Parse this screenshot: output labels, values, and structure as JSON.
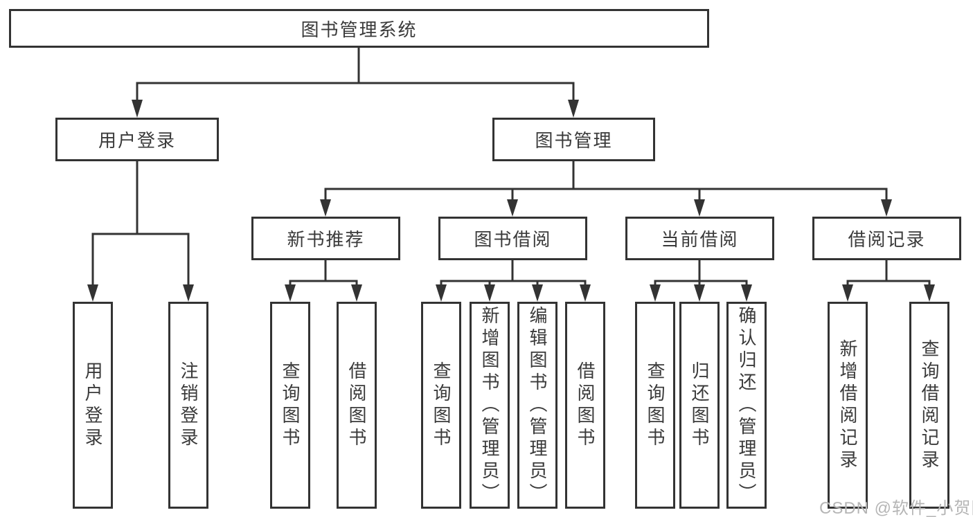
{
  "tree": {
    "root": "图书管理系统",
    "branches": [
      {
        "label": "用户登录",
        "children": [
          "用户登录",
          "注销登录"
        ]
      },
      {
        "label": "图书管理",
        "sections": [
          {
            "label": "新书推荐",
            "children": [
              "查询图书",
              "借阅图书"
            ]
          },
          {
            "label": "图书借阅",
            "children": [
              "查询图书",
              "新增图书（管理员）",
              "编辑图书（管理员）",
              "借阅图书"
            ]
          },
          {
            "label": "当前借阅",
            "children": [
              "查询图书",
              "归还图书",
              "确认归还（管理员）"
            ]
          },
          {
            "label": "借阅记录",
            "children": [
              "新增借阅记录",
              "查询借阅记录"
            ]
          }
        ]
      }
    ]
  },
  "watermark": "CSDN @软件_小贺同学",
  "colors": {
    "line": "#333333",
    "box_border": "#333333",
    "text": "#3a3a3a",
    "background": "#ffffff",
    "watermark": "#b5b5b5"
  }
}
